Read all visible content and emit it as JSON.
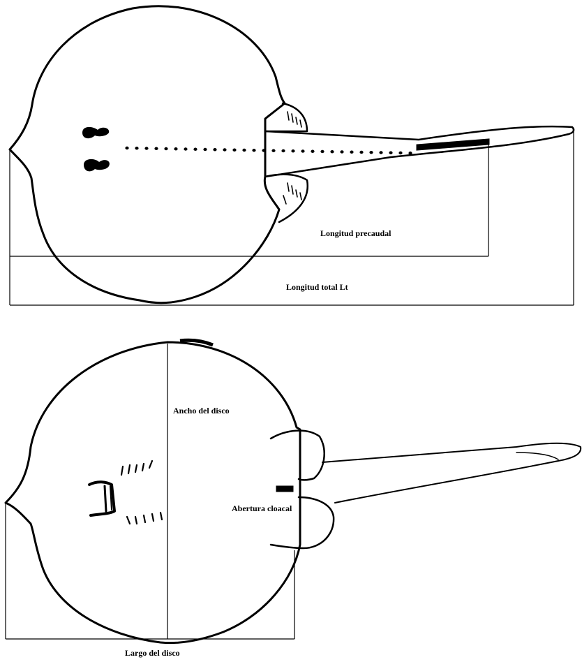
{
  "dorsal_view": {
    "labels": {
      "precaudal": "Longitud precaudal",
      "total": "Longitud total Lt"
    }
  },
  "ventral_view": {
    "labels": {
      "disc_width": "Ancho del disco",
      "cloaca": "Abertura cloacal",
      "disc_length": "Largo del disco"
    }
  },
  "colors": {
    "ink": "#000000",
    "background": "#ffffff"
  }
}
